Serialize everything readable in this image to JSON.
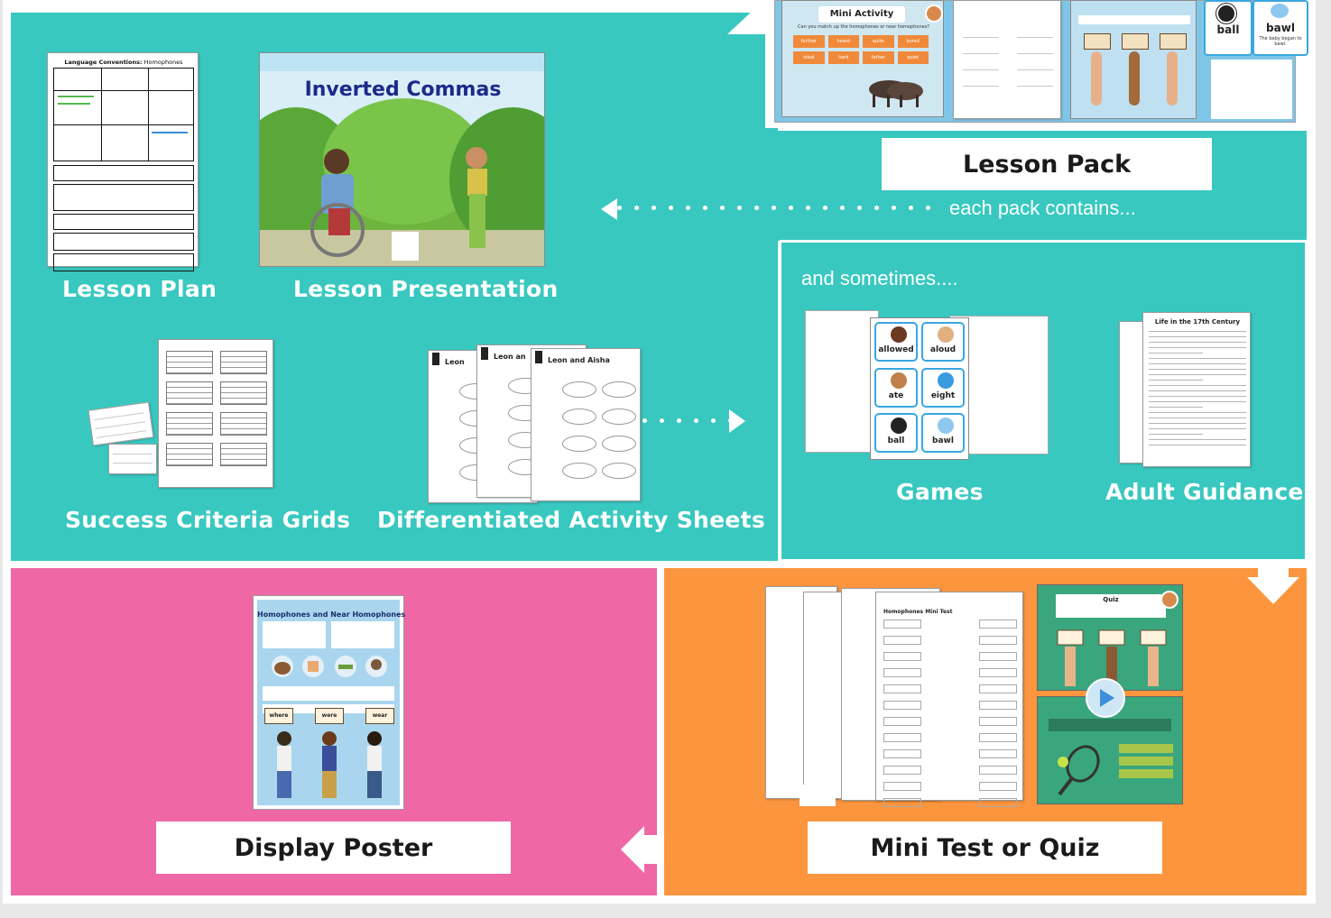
{
  "top_pack": {
    "mini_activity_title": "Mini Activity",
    "mini_activity_sub": "Can you match up the homophones or near homophones?",
    "mini_activity_words": [
      "further",
      "heard",
      "quite",
      "bored",
      "steal",
      "hard",
      "father",
      "quiet"
    ],
    "card_words": [
      "ball",
      "bawl"
    ],
    "card_caption": "The baby began to bawl."
  },
  "lesson_pack_label": "Lesson Pack",
  "each_pack_note": "each pack contains...",
  "lesson_plan": {
    "label": "Lesson Plan",
    "doc_title_prefix": "Language Conventions:",
    "doc_title_topic": "Homophones"
  },
  "lesson_presentation": {
    "label": "Lesson Presentation",
    "slide_title": "Inverted Commas"
  },
  "success_criteria_label": "Success Criteria Grids",
  "activity_sheets": {
    "label": "Differentiated Activity Sheets",
    "sheet_titles": [
      "Leon",
      "Leon an",
      "Leon and Aisha"
    ]
  },
  "sometimes_note": "and sometimes....",
  "games": {
    "label": "Games",
    "cards": [
      {
        "word": "allowed",
        "icon": "girl-icon"
      },
      {
        "word": "aloud",
        "icon": "speaking-icon"
      },
      {
        "word": "ate",
        "icon": "eating-icon"
      },
      {
        "word": "eight",
        "icon": "number-8-icon"
      },
      {
        "word": "ball",
        "icon": "ball-icon"
      },
      {
        "word": "bawl",
        "icon": "crying-baby-icon"
      }
    ]
  },
  "adult_guidance": {
    "label": "Adult Guidance",
    "doc_title": "Life in the 17th Century"
  },
  "display_poster": {
    "label": "Display Poster",
    "poster_title": "Homophones and Near Homophones",
    "poster_words": [
      "where",
      "were",
      "wear"
    ]
  },
  "mini_test": {
    "label": "Mini Test or Quiz",
    "test_title": "Homophones Mini Test",
    "quiz_title": "Quiz"
  },
  "colors": {
    "teal": "#38c8c0",
    "pink": "#f067a6",
    "orange": "#fb953e"
  }
}
